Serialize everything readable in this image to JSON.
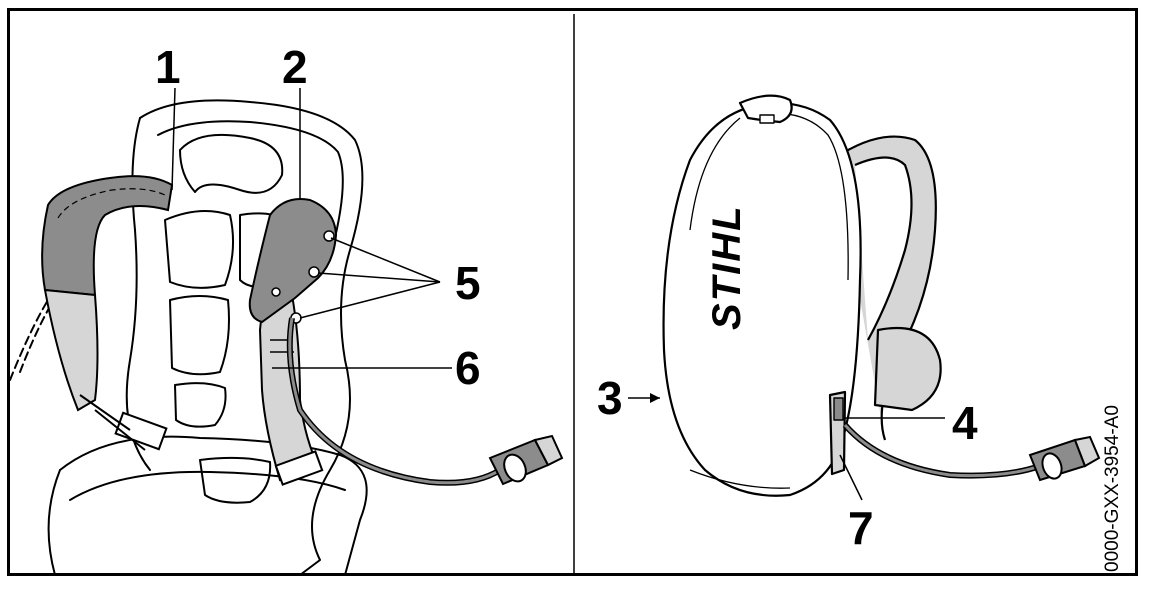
{
  "figure_code": "0000-GXX-3954-A0",
  "brand_logo": "STIHL",
  "callouts": [
    "1",
    "2",
    "3",
    "4",
    "5",
    "6",
    "7"
  ],
  "colors": {
    "line": "#000000",
    "shade_dark": "#8c8c8c",
    "shade_light": "#d6d6d6",
    "background": "#ffffff"
  }
}
